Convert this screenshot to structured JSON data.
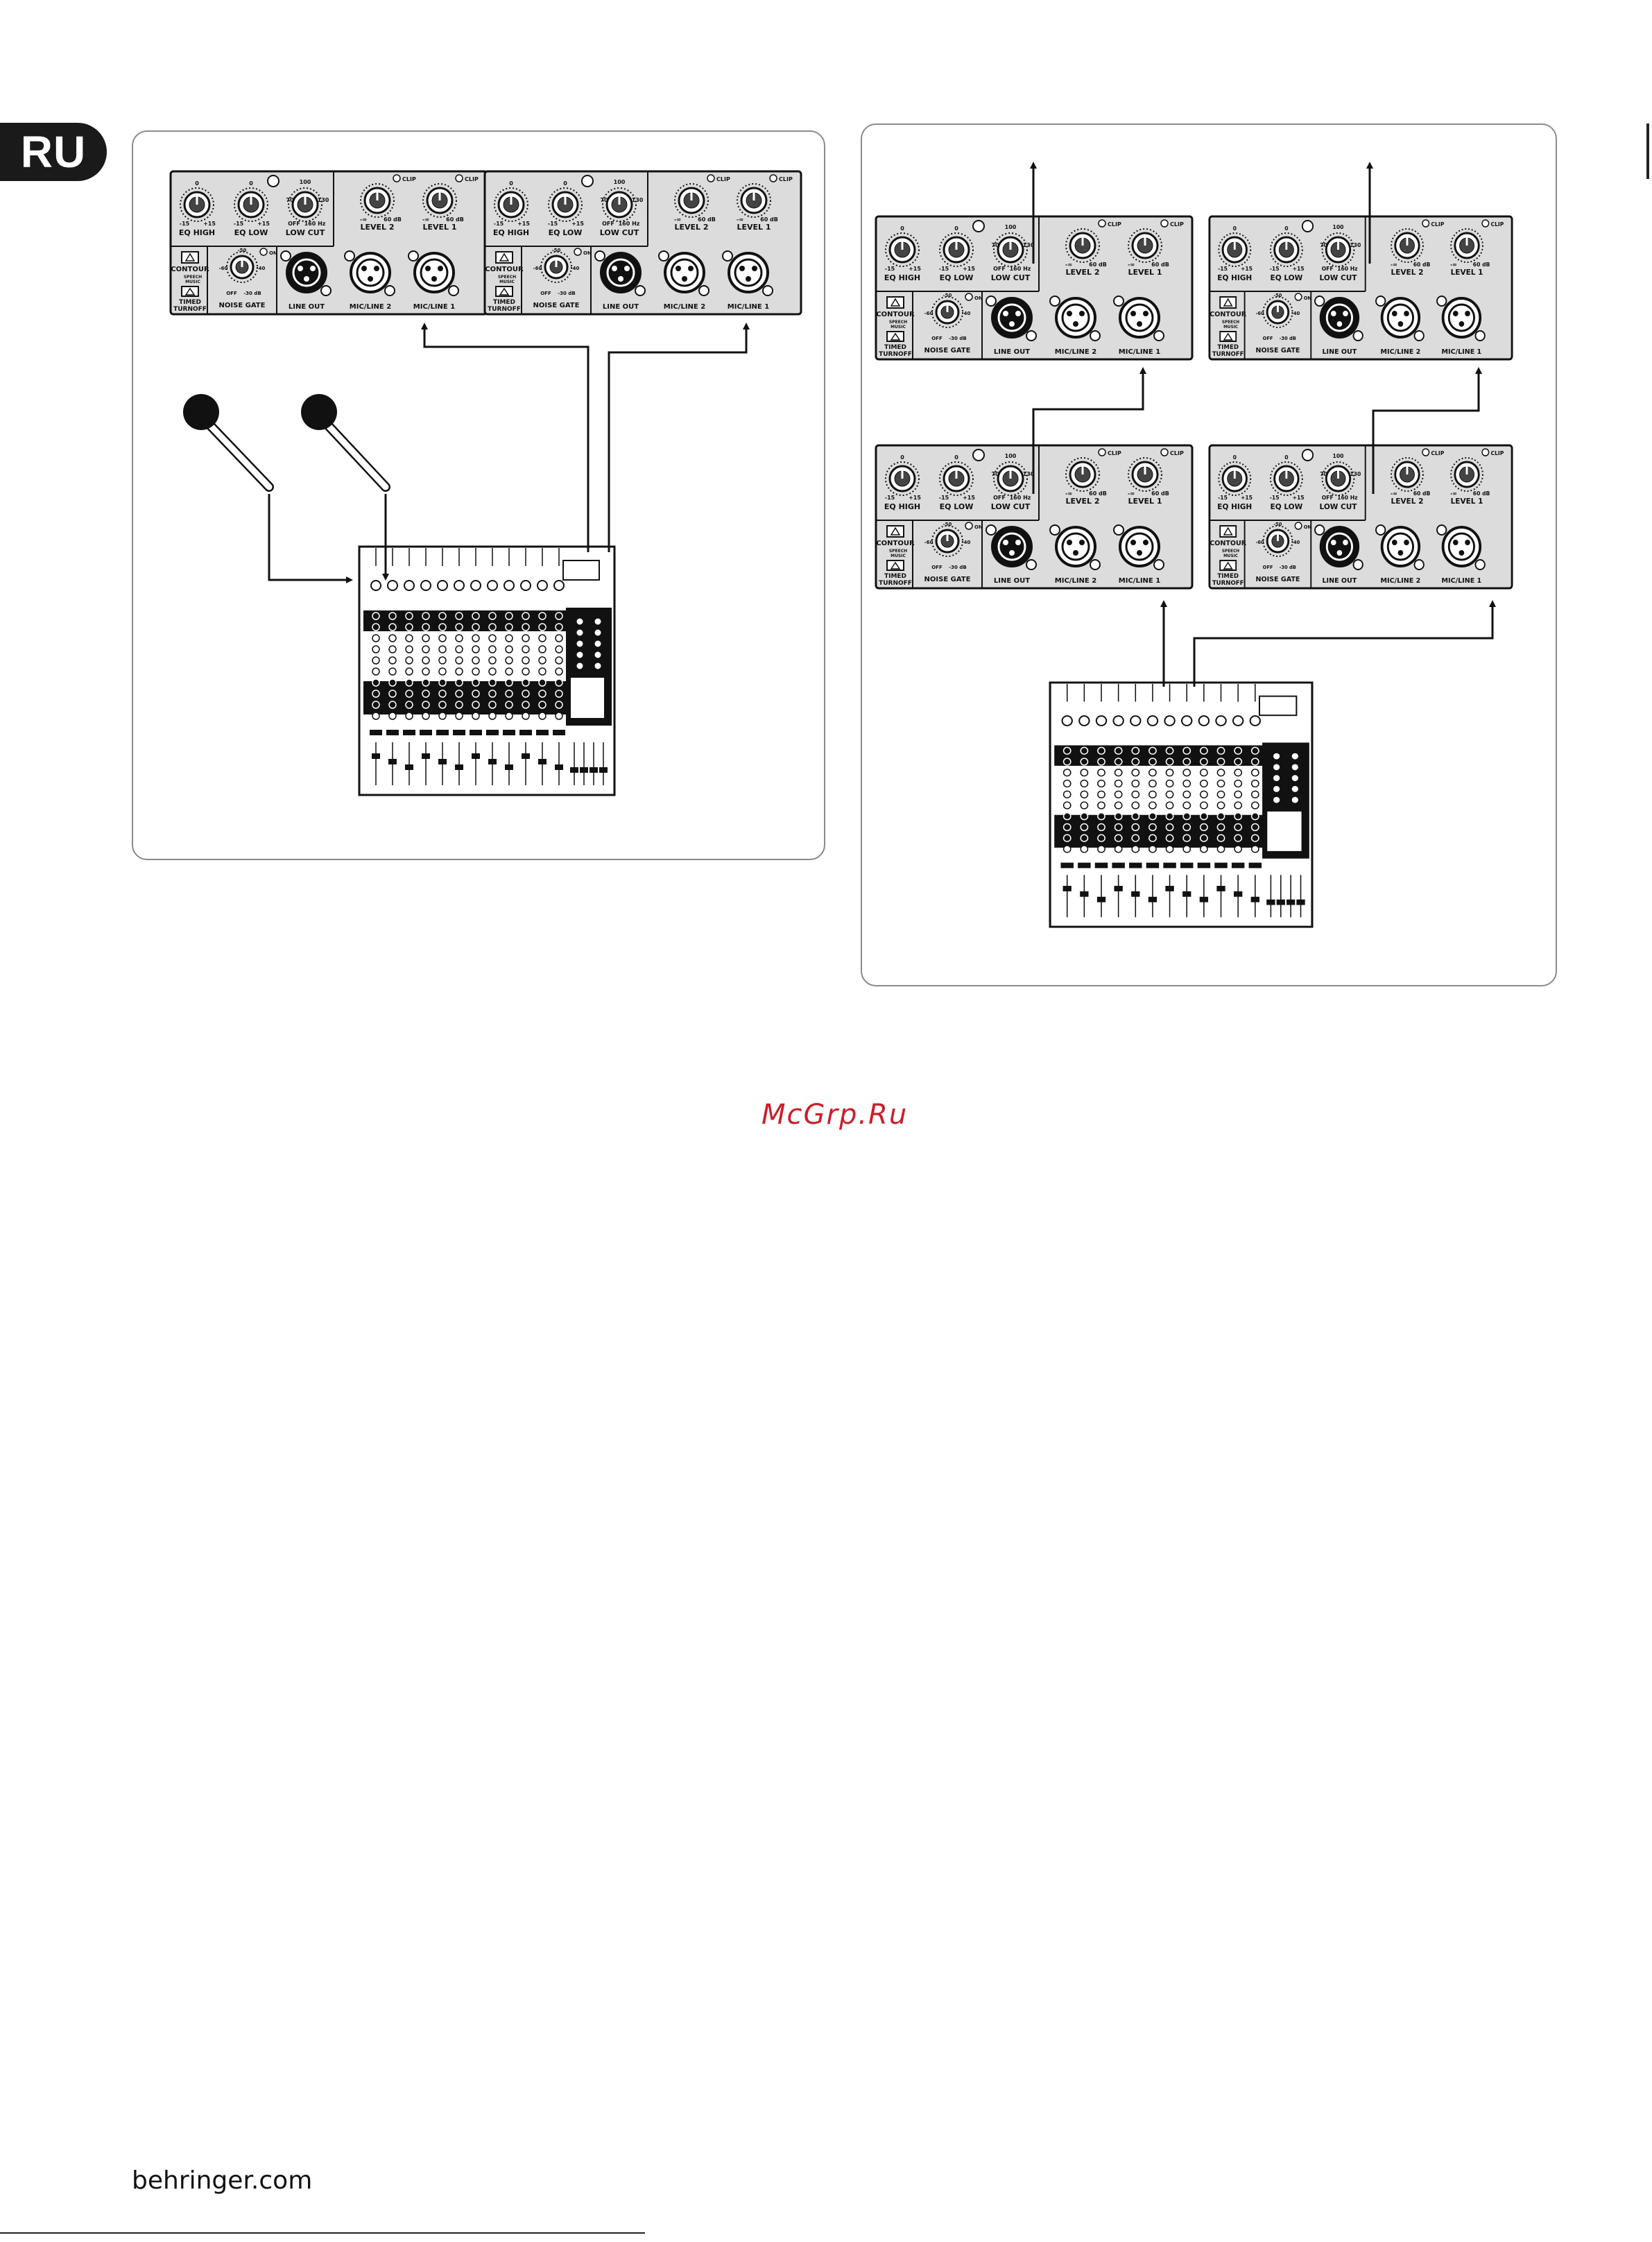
{
  "language_tab": "RU",
  "watermark": "McGrp.Ru",
  "footer": {
    "site": "behringer.com"
  },
  "speaker_panel": {
    "eq_high": "EQ HIGH",
    "eq_low": "EQ LOW",
    "low_cut": "LOW CUT",
    "level_2": "LEVEL 2",
    "level_1": "LEVEL 1",
    "clip": "CLIP",
    "on": "ON",
    "contour": "CONTOUR",
    "speech": "SPEECH",
    "music": "MUSIC",
    "timed": "TIMED",
    "turnoff": "TURNOFF",
    "noise_gate": "NOISE GATE",
    "line_out": "LINE OUT",
    "mic_line_2": "MIC/LINE 2",
    "mic_line_1": "MIC/LINE 1",
    "eq_min": "-15",
    "eq_max": "+15",
    "eq_zero": "0",
    "cut_off": "OFF",
    "cut_70": "70",
    "cut_100": "100",
    "cut_130": "130",
    "cut_hz": "160 Hz",
    "lvl_min": "-∞",
    "lvl_max": "60 dB",
    "gate_off": "OFF",
    "gate_db": "-30 dB",
    "gate_60": "-60",
    "gate_40": "-40",
    "gate_50": "-50"
  },
  "colors": {
    "panel_fill": "#dcdcdc",
    "frame_border": "#8a8a8a",
    "accent_red": "#c9202a",
    "tab_bg": "#1a1a1a"
  }
}
